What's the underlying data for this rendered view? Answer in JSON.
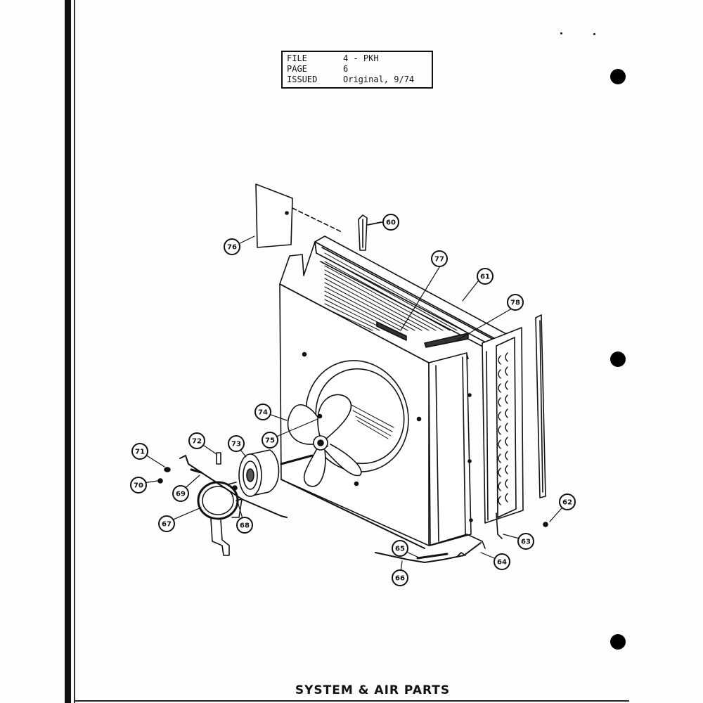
{
  "header": {
    "rows": [
      {
        "key": "FILE",
        "value": "4 - PKH"
      },
      {
        "key": "PAGE",
        "value": "6"
      },
      {
        "key": "ISSUED",
        "value": "Original, 9/74"
      }
    ]
  },
  "callouts": {
    "c60a": "60",
    "c61": "61",
    "c62": "62",
    "c63": "63",
    "c64": "64",
    "c65": "65",
    "c66": "66",
    "c67": "67",
    "c68": "68",
    "c69": "69",
    "c70": "70",
    "c71": "71",
    "c72": "72",
    "c73": "73",
    "c74": "74",
    "c75": "75",
    "c76": "76",
    "c77": "77",
    "c78": "78"
  },
  "footer": {
    "title": "SYSTEM & AIR PARTS"
  }
}
